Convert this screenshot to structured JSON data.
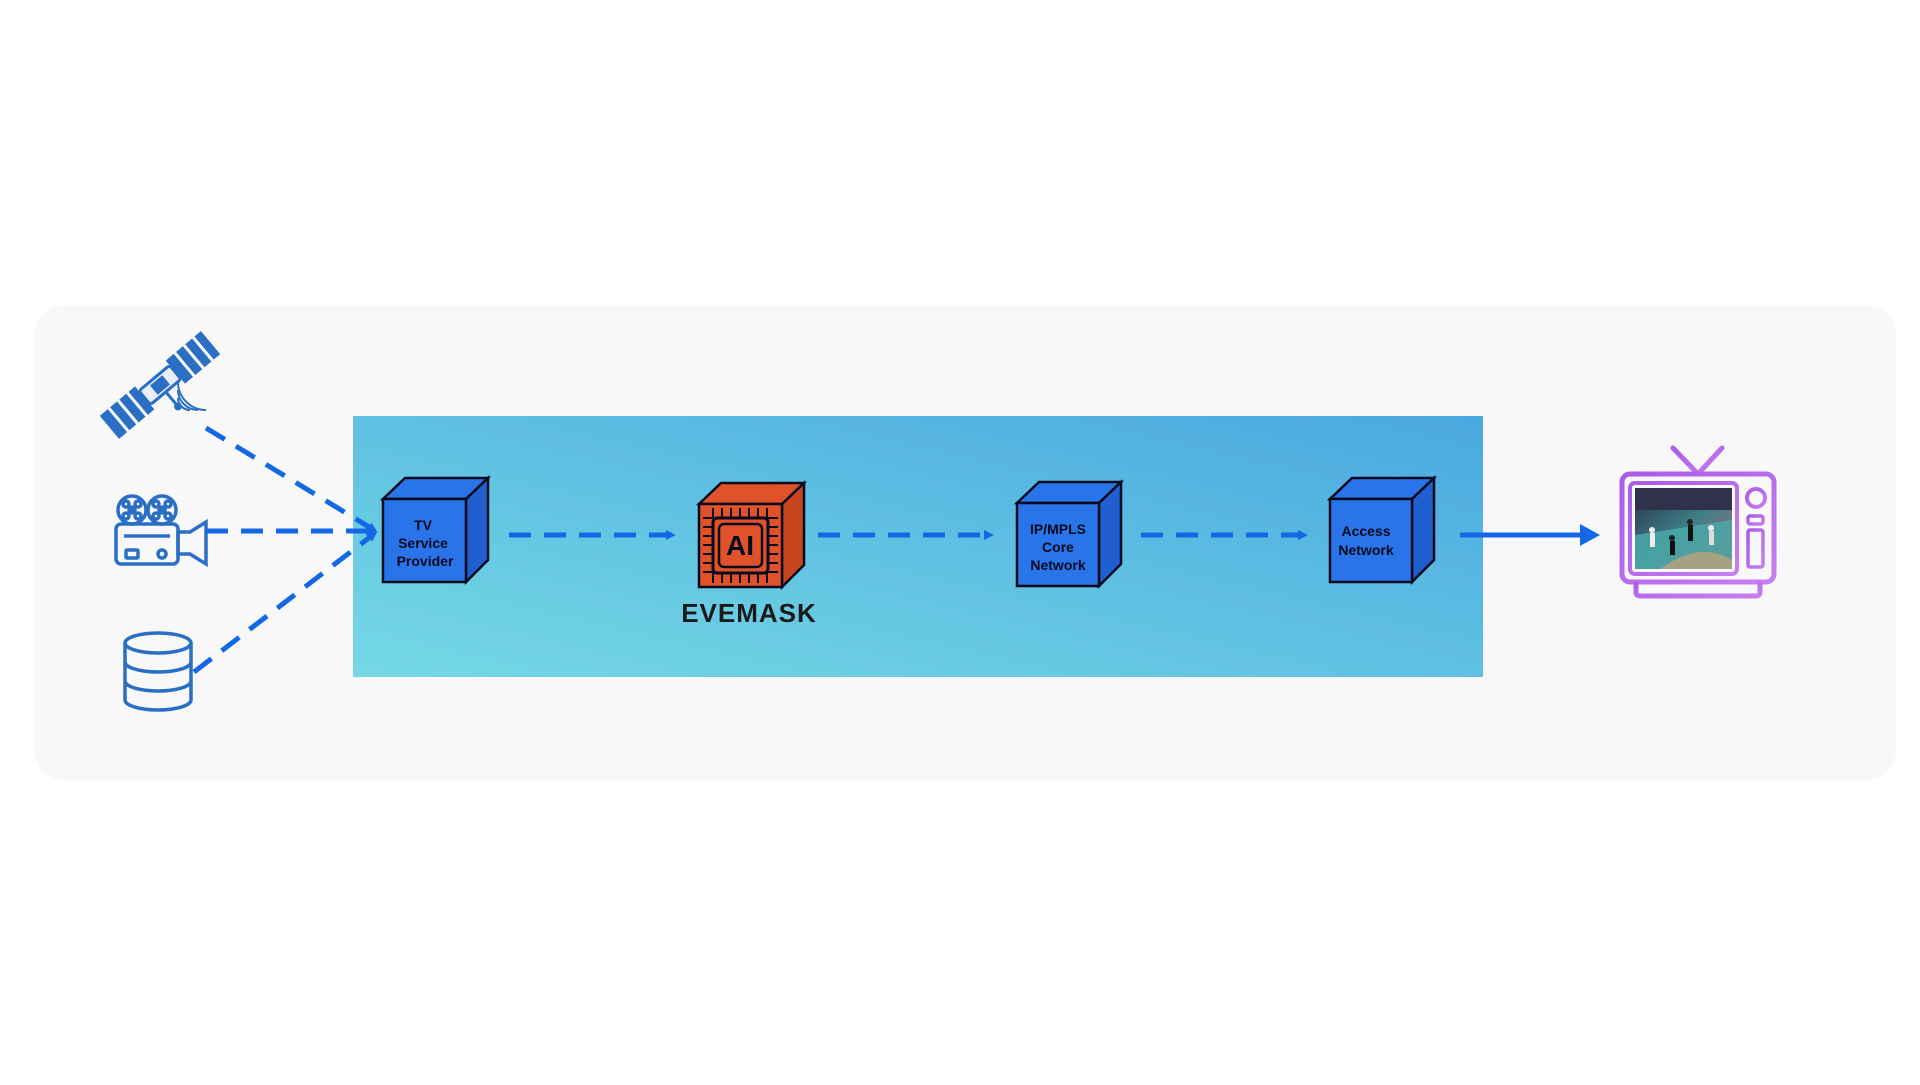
{
  "colors": {
    "panel_bg": "#f8f8f8",
    "band_start": "#74d9e4",
    "band_end": "#4aa8e0",
    "cube_blue": "#2a74ea",
    "cube_outline": "#0a0a1e",
    "arrow_blue": "#1468e6",
    "source_icon_blue": "#2a6fc4",
    "ai_chip_orange": "#e0532a",
    "tv_purple_start": "#a95ce8",
    "tv_purple_end": "#c77ef0",
    "logo_dark": "#1a1a1a"
  },
  "sources": [
    {
      "name": "satellite-icon"
    },
    {
      "name": "film-camera-icon"
    },
    {
      "name": "database-icon"
    }
  ],
  "nodes": {
    "tv_service_provider": {
      "lines": [
        "TV",
        "Service",
        "Provider"
      ]
    },
    "ai_chip": {
      "label": "AI",
      "brand": "EVEMASK"
    },
    "ip_mpls": {
      "lines": [
        "IP/MPLS",
        "Core",
        "Network"
      ]
    },
    "access_network": {
      "lines": [
        "Access",
        "Network"
      ]
    }
  },
  "destination": {
    "name": "television-icon"
  }
}
